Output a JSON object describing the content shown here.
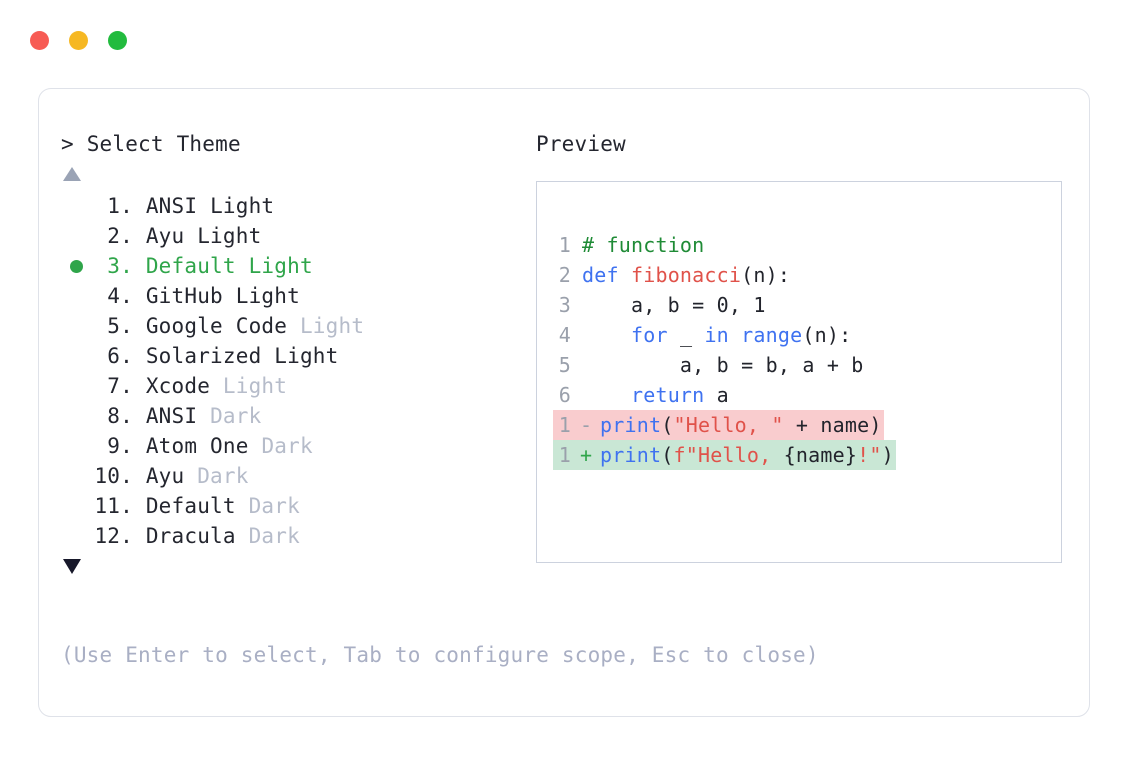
{
  "window": {
    "dots": [
      {
        "name": "close",
        "color": "#f75b54"
      },
      {
        "name": "minimize",
        "color": "#f6b823"
      },
      {
        "name": "maximize",
        "color": "#22bb3e"
      }
    ]
  },
  "colors": {
    "accent_green": "#2fa54a",
    "text": "#24262f",
    "muted": "#b6bcca",
    "hint": "#a9afc4",
    "card_border": "#dfe2e9",
    "preview_border": "#ccd2de",
    "diff_remove_bg": "#f9ccce",
    "diff_add_bg": "#c9e7d5",
    "arrow_up": "#9aa3b5",
    "arrow_down": "#17182a"
  },
  "selector": {
    "prompt_caret": ">",
    "prompt_label": "Select Theme",
    "scroll_up_icon": "triangle-up-icon",
    "scroll_down_icon": "triangle-down-icon",
    "selected_index": 3,
    "items": [
      {
        "num": " 1.",
        "name": "ANSI",
        "suffix": "Light",
        "suffix_muted": false,
        "selected": false
      },
      {
        "num": " 2.",
        "name": "Ayu",
        "suffix": "Light",
        "suffix_muted": false,
        "selected": false
      },
      {
        "num": " 3.",
        "name": "Default",
        "suffix": "Light",
        "suffix_muted": false,
        "selected": true
      },
      {
        "num": " 4.",
        "name": "GitHub",
        "suffix": "Light",
        "suffix_muted": false,
        "selected": false
      },
      {
        "num": " 5.",
        "name": "Google Code",
        "suffix": "Light",
        "suffix_muted": true,
        "selected": false
      },
      {
        "num": " 6.",
        "name": "Solarized",
        "suffix": "Light",
        "suffix_muted": false,
        "selected": false
      },
      {
        "num": " 7.",
        "name": "Xcode",
        "suffix": "Light",
        "suffix_muted": true,
        "selected": false
      },
      {
        "num": " 8.",
        "name": "ANSI",
        "suffix": "Dark",
        "suffix_muted": true,
        "selected": false
      },
      {
        "num": " 9.",
        "name": "Atom One",
        "suffix": "Dark",
        "suffix_muted": true,
        "selected": false
      },
      {
        "num": "10.",
        "name": "Ayu",
        "suffix": "Dark",
        "suffix_muted": true,
        "selected": false
      },
      {
        "num": "11.",
        "name": "Default",
        "suffix": "Dark",
        "suffix_muted": true,
        "selected": false
      },
      {
        "num": "12.",
        "name": "Dracula",
        "suffix": "Dark",
        "suffix_muted": true,
        "selected": false
      }
    ]
  },
  "hint": {
    "text": "(Use Enter to select, Tab to configure scope, Esc to close)"
  },
  "preview": {
    "label": "Preview",
    "code_lines": [
      {
        "num": "1",
        "tokens": [
          {
            "t": "# function",
            "c": "tok-comment"
          }
        ]
      },
      {
        "num": "2",
        "tokens": [
          {
            "t": "def ",
            "c": "tok-kw"
          },
          {
            "t": "fibonacci",
            "c": "tok-fn"
          },
          {
            "t": "(n):",
            "c": "tok-plain"
          }
        ]
      },
      {
        "num": "3",
        "tokens": [
          {
            "t": "    a, b = ",
            "c": "tok-plain"
          },
          {
            "t": "0",
            "c": "tok-num"
          },
          {
            "t": ", ",
            "c": "tok-plain"
          },
          {
            "t": "1",
            "c": "tok-num"
          }
        ]
      },
      {
        "num": "4",
        "tokens": [
          {
            "t": "    ",
            "c": "tok-plain"
          },
          {
            "t": "for",
            "c": "tok-kw"
          },
          {
            "t": " _ ",
            "c": "tok-plain"
          },
          {
            "t": "in",
            "c": "tok-kw"
          },
          {
            "t": " ",
            "c": "tok-plain"
          },
          {
            "t": "range",
            "c": "tok-builtin"
          },
          {
            "t": "(n):",
            "c": "tok-plain"
          }
        ]
      },
      {
        "num": "5",
        "tokens": [
          {
            "t": "        a, b = b, a + b",
            "c": "tok-plain"
          }
        ]
      },
      {
        "num": "6",
        "tokens": [
          {
            "t": "    ",
            "c": "tok-plain"
          },
          {
            "t": "return",
            "c": "tok-kw"
          },
          {
            "t": " a",
            "c": "tok-plain"
          }
        ]
      }
    ],
    "diff_lines": [
      {
        "num": "1",
        "sign": "-",
        "kind": "diff-del",
        "tokens": [
          {
            "t": "print",
            "c": "tok-builtin"
          },
          {
            "t": "(",
            "c": "tok-plain"
          },
          {
            "t": "\"Hello, \"",
            "c": "tok-str"
          },
          {
            "t": " + name)",
            "c": "tok-plain"
          }
        ]
      },
      {
        "num": "1",
        "sign": "+",
        "kind": "diff-add",
        "tokens": [
          {
            "t": "print",
            "c": "tok-builtin"
          },
          {
            "t": "(",
            "c": "tok-plain"
          },
          {
            "t": "f\"Hello, ",
            "c": "tok-str"
          },
          {
            "t": "{name}",
            "c": "tok-plain"
          },
          {
            "t": "!\"",
            "c": "tok-str"
          },
          {
            "t": ")",
            "c": "tok-plain"
          }
        ]
      }
    ]
  }
}
